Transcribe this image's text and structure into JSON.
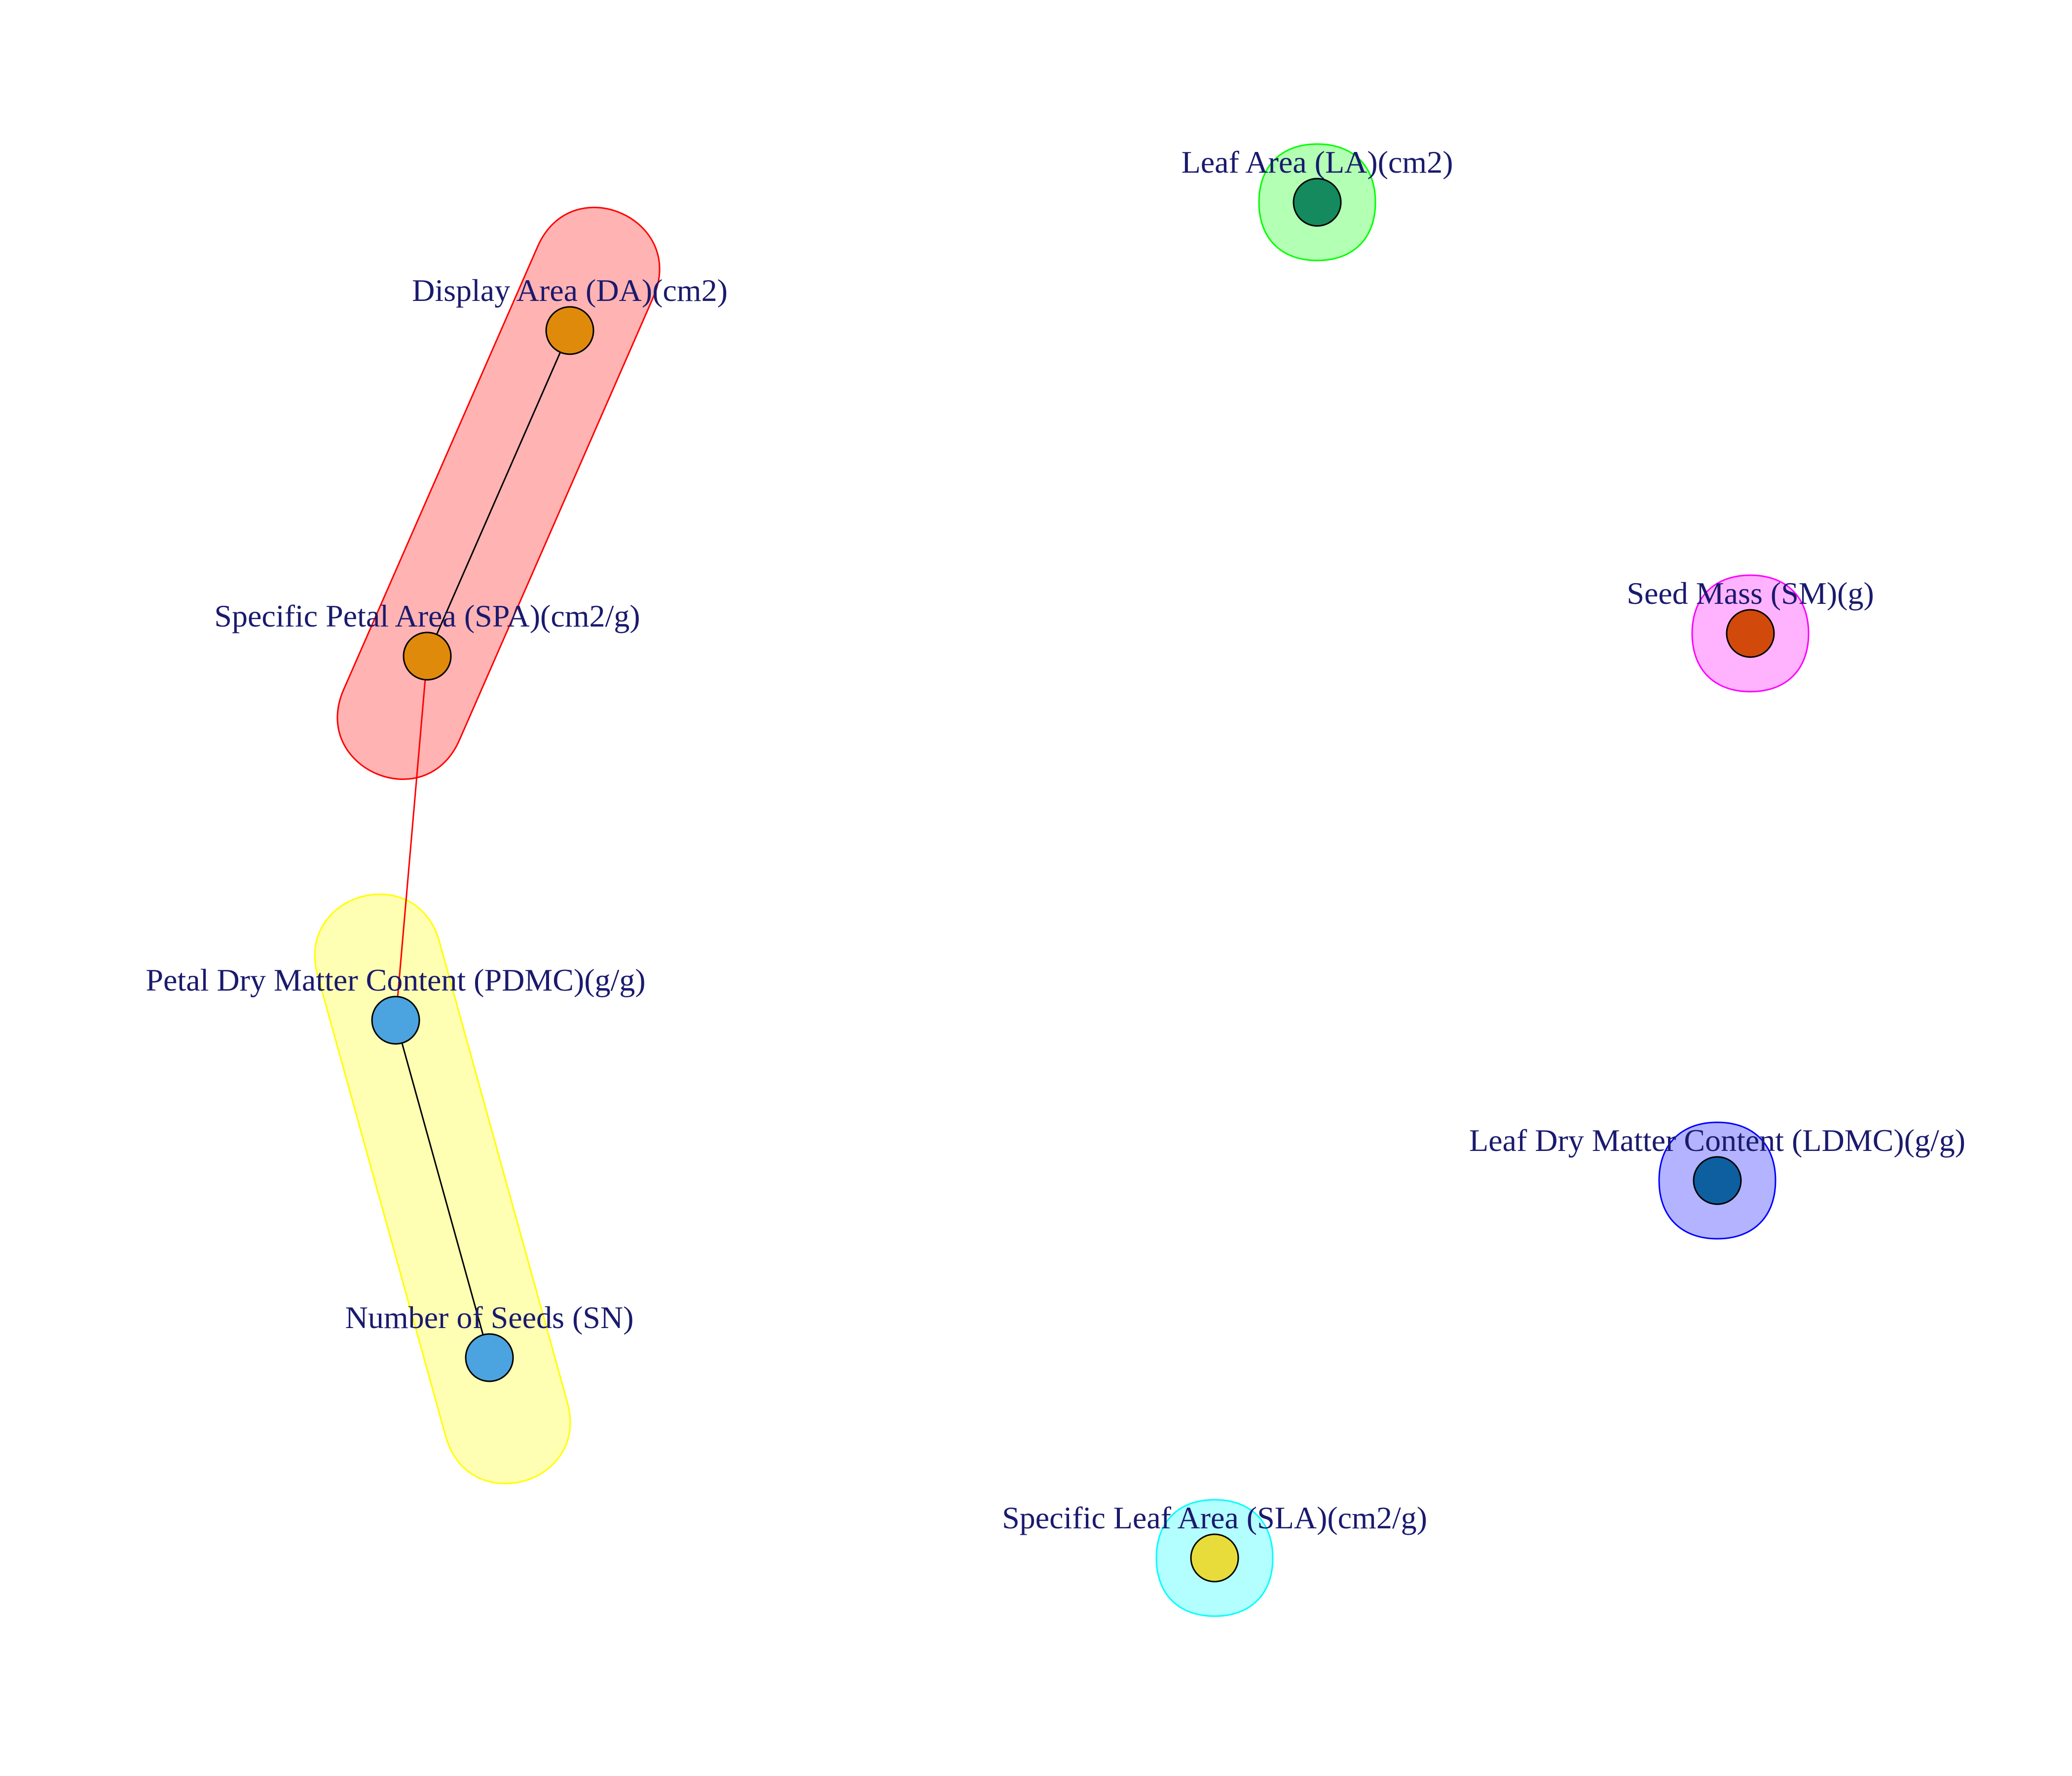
{
  "diagram": {
    "nodes": [
      {
        "id": "LA",
        "label": "Leaf Area (LA)(cm2)",
        "color": "#148A5E",
        "group": "g_la"
      },
      {
        "id": "DA",
        "label": "Display Area (DA)(cm2)",
        "color": "#E08A0C",
        "group": "g_petal"
      },
      {
        "id": "SPA",
        "label": "Specific Petal Area (SPA)(cm2/g)",
        "color": "#E08A0C",
        "group": "g_petal"
      },
      {
        "id": "SM",
        "label": "Seed Mass (SM)(g)",
        "color": "#D14A0C",
        "group": "g_sm"
      },
      {
        "id": "PDMC",
        "label": "Petal Dry Matter Content (PDMC)(g/g)",
        "color": "#4BA3E0",
        "group": "g_seed"
      },
      {
        "id": "SN",
        "label": "Number of Seeds (SN)",
        "color": "#4BA3E0",
        "group": "g_seed"
      },
      {
        "id": "LDMC",
        "label": "Leaf Dry Matter Content (LDMC)(g/g)",
        "color": "#0D5FA0",
        "group": "g_ldmc"
      },
      {
        "id": "SLA",
        "label": "Specific Leaf Area (SLA)(cm2/g)",
        "color": "#E8DC3A",
        "group": "g_sla"
      }
    ],
    "edges": [
      {
        "source": "DA",
        "target": "SPA",
        "color": "#000000"
      },
      {
        "source": "SPA",
        "target": "PDMC",
        "color": "#FF0000"
      },
      {
        "source": "PDMC",
        "target": "SN",
        "color": "#000000"
      }
    ],
    "groups": [
      {
        "id": "g_petal",
        "fill": "#FFB3B3",
        "stroke": "#FF0000"
      },
      {
        "id": "g_seed",
        "fill": "#FFFFB3",
        "stroke": "#FFFF00"
      },
      {
        "id": "g_la",
        "fill": "#B3FFB3",
        "stroke": "#00FF00"
      },
      {
        "id": "g_sm",
        "fill": "#FFB3FF",
        "stroke": "#FF00FF"
      },
      {
        "id": "g_ldmc",
        "fill": "#B3B3FF",
        "stroke": "#0000FF"
      },
      {
        "id": "g_sla",
        "fill": "#B3FFFF",
        "stroke": "#00FFFF"
      }
    ]
  }
}
